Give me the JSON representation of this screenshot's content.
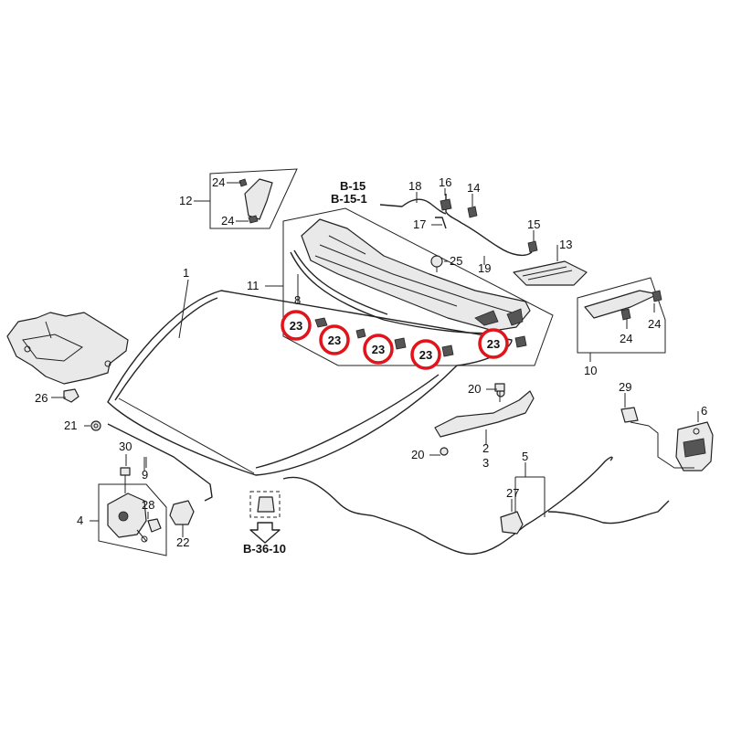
{
  "labels": {
    "l1": "1",
    "l2": "2",
    "l3": "3",
    "l4": "4",
    "l5": "5",
    "l6": "6",
    "l8": "8",
    "l9": "9",
    "l10": "10",
    "l11": "11",
    "l12": "12",
    "l13": "13",
    "l14": "14",
    "l15": "15",
    "l16": "16",
    "l17": "17",
    "l18": "18",
    "l19": "19",
    "l20a": "20",
    "l20b": "20",
    "l21": "21",
    "l22": "22",
    "l24a": "24",
    "l24b": "24",
    "l24c": "24",
    "l24d": "24",
    "l25": "25",
    "l26": "26",
    "l27": "27",
    "l28": "28",
    "l29": "29",
    "l30": "30"
  },
  "refs": {
    "b15": "B-15",
    "b151": "B-15-1",
    "b3610": "B-36-10"
  },
  "highlight": {
    "label": "23",
    "color": "#e0141a",
    "count": 5
  }
}
